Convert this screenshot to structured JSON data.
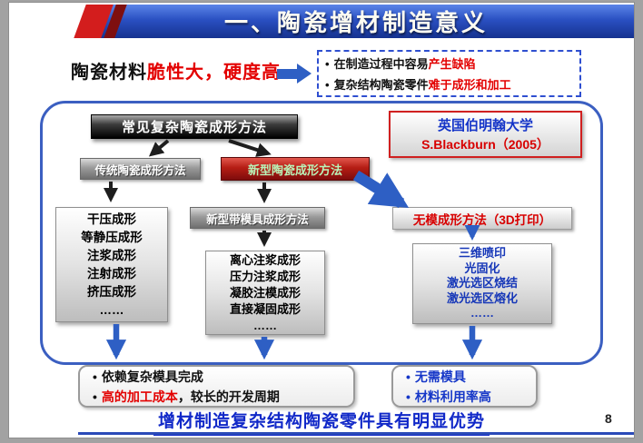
{
  "bullet": "•",
  "header": {
    "title": "一、陶瓷增材制造意义"
  },
  "intro": {
    "lead_black": "陶瓷材料",
    "lead_red": "脆性大，硬度高",
    "issues": [
      {
        "pre": "在制造过程中容易",
        "hl": "产生缺陷"
      },
      {
        "pre": "复杂结构陶瓷零件",
        "hl": "难于成形和加工"
      }
    ]
  },
  "flow": {
    "root": "常见复杂陶瓷成形方法",
    "credit_org": "英国伯明翰大学",
    "credit_ref": "S.Blackburn（2005）",
    "traditional": "传统陶瓷成形方法",
    "novel": "新型陶瓷成形方法",
    "mold_method": "新型带模具成形方法",
    "moldless": "无模成形方法（3D打印）",
    "traditional_list": [
      "干压成形",
      "等静压成形",
      "注浆成形",
      "注射成形",
      "挤压成形",
      "……"
    ],
    "mold_list": [
      "离心注浆成形",
      "压力注浆成形",
      "凝胶注模成形",
      "直接凝固成形",
      "……"
    ],
    "am_list": [
      "三维喷印",
      "光固化",
      "激光选区烧结",
      "激光选区熔化",
      "……"
    ]
  },
  "conclusions": {
    "left_line1": "依赖复杂模具完成",
    "left_line2_red": "高的加工成本",
    "left_line2_black": "，较长的开发周期",
    "right": [
      "无需模具",
      "材料利用率高"
    ]
  },
  "footer": {
    "slogan": "增材制造复杂结构陶瓷零件具有明显优势",
    "page": "8"
  }
}
